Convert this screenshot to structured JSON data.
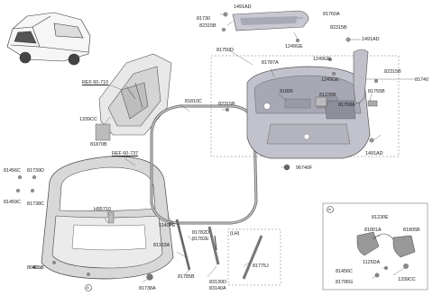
{
  "labels": {
    "l_1491AD_a": "1491AD",
    "l_81730": "81730",
    "l_82315B_a": "82315B",
    "l_81760A": "81760A",
    "l_82315B_b": "82315B",
    "l_1249GE_a": "1249GE",
    "l_1491AD_b": "1491AD",
    "l_81750D": "81750D",
    "l_81787A": "81787A",
    "l_1249GE_b": "1249GE",
    "l_1249GE_c": "1249GE",
    "l_82315B_c": "82315B",
    "l_81740": "81740",
    "l_REF_60_710": "REF 60-710",
    "l_81810C": "81810C",
    "l_82315B_d": "82315B",
    "l_81895": "81895",
    "l_81235B": "81235B",
    "l_81755B": "81755B",
    "l_81758A": "81758A",
    "l_1339CC_a": "1339CC",
    "l_81870B": "81870B",
    "l_REF_60_737": "REF 60-737",
    "l_1491AD_c": "1491AD",
    "l_96740F": "96740F",
    "l_81456C_a": "81456C",
    "l_81739D": "81739D",
    "l_81459C": "81459C",
    "l_81738C": "81738C",
    "l_H95710": "H95710",
    "l_1140FE": "1140FE",
    "l_81782D": "81782D",
    "l_81782E": "81782E",
    "l_LH": "(LH)",
    "l_81163A": "81163A",
    "l_86435B": "86435B",
    "l_81785B": "81785B",
    "l_83130D": "83130D",
    "l_83140A": "83140A",
    "l_81775J": "81775J",
    "l_81738A": "81738A",
    "l_circle_a": "a",
    "l_a_box": "a",
    "l_81230E": "81230E",
    "l_81801A": "81801A",
    "l_81805B": "81805B",
    "l_1125DA": "1125DA",
    "l_81456C_b": "81456C",
    "l_81795G": "81795G",
    "l_1339CC_b": "1339CC"
  },
  "colors": {
    "line": "#333333",
    "panel_fill": "#c4c4cc",
    "panel_dark": "#a4a4ae",
    "frame": "#cfcfcf",
    "weatherstrip": "#707070"
  }
}
